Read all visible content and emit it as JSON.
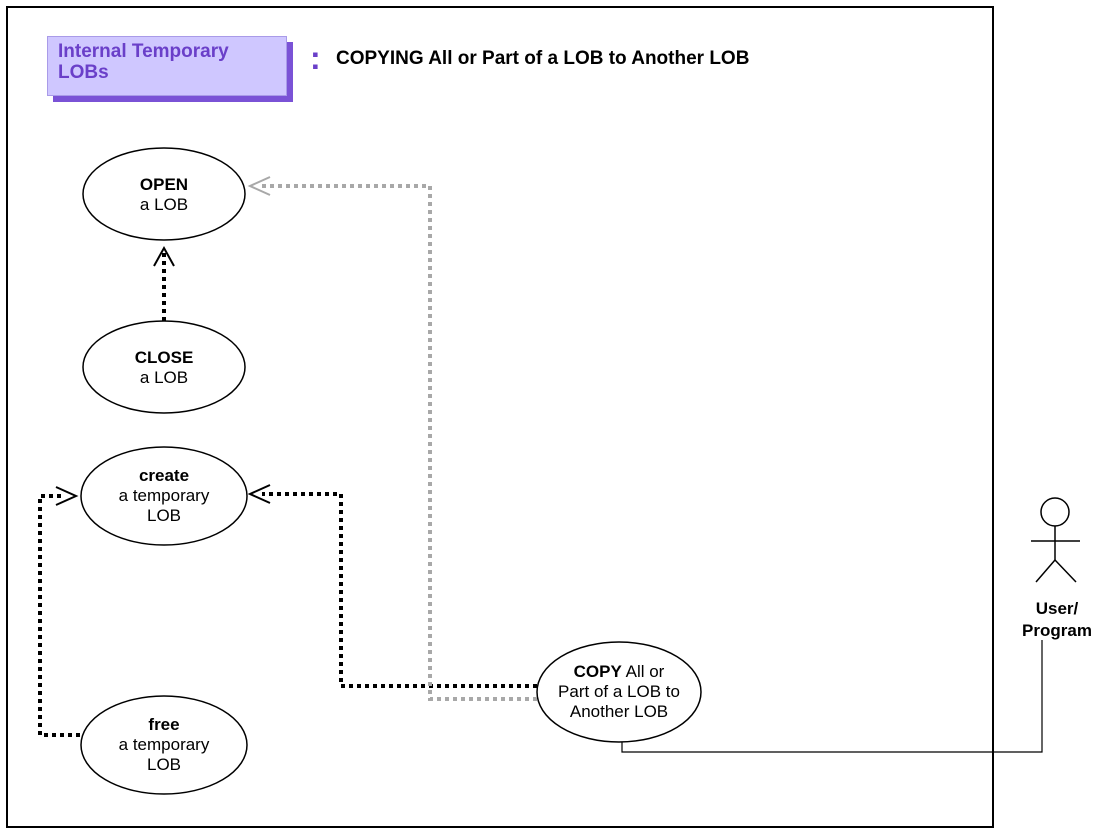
{
  "header": {
    "badge": "Internal Temporary LOBs",
    "separator": ":",
    "title": "COPYING All or Part of a LOB to Another LOB"
  },
  "use_cases": {
    "open": {
      "bold": "OPEN",
      "rest": "a LOB"
    },
    "close": {
      "bold": "CLOSE",
      "rest": "a LOB"
    },
    "create": {
      "bold": "create",
      "line2": "a temporary",
      "line3": "LOB"
    },
    "free": {
      "bold": "free",
      "line2": "a temporary",
      "line3": "LOB"
    },
    "copy": {
      "bold": "COPY",
      "tail": " All or",
      "line2": "Part of a LOB to",
      "line3": "Another LOB"
    }
  },
  "actor": {
    "line1": "User/",
    "line2": "Program"
  },
  "colors": {
    "badge_fill": "#cfc7ff",
    "badge_shadow": "#7a52d6",
    "badge_text": "#6a3fc9",
    "dependency_black": "#000000",
    "dependency_gray": "#a8a8a8"
  }
}
